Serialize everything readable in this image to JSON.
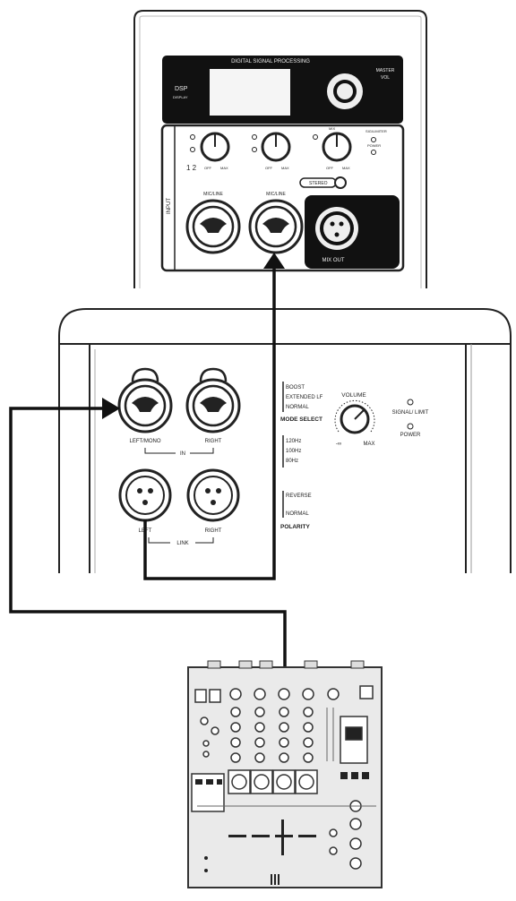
{
  "top_unit": {
    "dsp_header": "DIGITAL SIGNAL PROCESSING",
    "dsp_label": "DSP",
    "dsp_sub": "DISPLAY",
    "master_vol": "MASTER",
    "master_vol2": "VOL",
    "input_side": "INPUT",
    "knob1_top": "12",
    "knob1_min": "OFF",
    "knob1_max": "MAX",
    "knob2_min": "OFF",
    "knob2_max": "MAX",
    "knob3_top": "MIX",
    "knob3_min": "OFF",
    "knob3_max": "MAX",
    "mic_line_1": "MIC/LINE",
    "mic_line_2": "MIC/LINE",
    "stereo": "STEREO",
    "mix_out": "MIX OUT",
    "status_limiter": "SIG/LIMITER",
    "status_power": "POWER",
    "channel_num": "1 2"
  },
  "sub_unit": {
    "in_left": "LEFT/MONO",
    "in_right": "RIGHT",
    "in_label": "IN",
    "link_left": "LEFT",
    "link_right": "RIGHT",
    "link_label": "LINK",
    "mode_options": [
      "BOOST",
      "EXTENDED LF",
      "NORMAL"
    ],
    "mode_select": "MODE SELECT",
    "crossover": [
      "120Hz",
      "100Hz",
      "80Hz"
    ],
    "polarity_options": [
      "REVERSE",
      "NORMAL"
    ],
    "polarity": "POLARITY",
    "volume": "VOLUME",
    "vol_min": "-∞",
    "vol_max": "MAX",
    "signal_limit": "SIGNAL/ LIMIT",
    "power": "POWER"
  }
}
